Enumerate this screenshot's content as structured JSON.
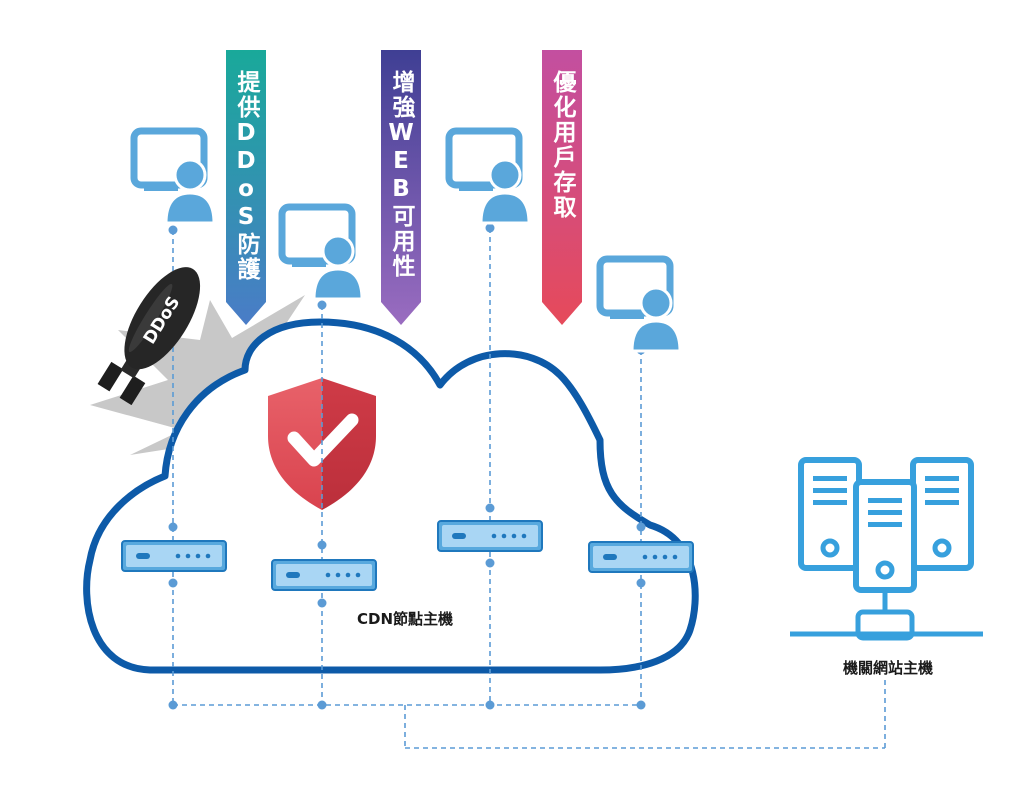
{
  "banners": [
    {
      "text": "提供DDoS防護",
      "color_top": "#19a99a",
      "color_bottom": "#4a7cc7"
    },
    {
      "text": "增強WEB可用性",
      "color_top": "#3f3f94",
      "color_bottom": "#9a6cc0"
    },
    {
      "text": "優化用戶存取",
      "color_top": "#c34fa0",
      "color_bottom": "#e64a5a"
    }
  ],
  "bomb_label": "DDoS",
  "cdn_label": "CDN節點主機",
  "origin_label": "機關網站主機",
  "colors": {
    "cloud_outline": "#0d5aa8",
    "user_icon": "#4f9fd4",
    "node": "#4f9fd4",
    "connector": "#5b9bd5",
    "shield": "#e0505a"
  }
}
